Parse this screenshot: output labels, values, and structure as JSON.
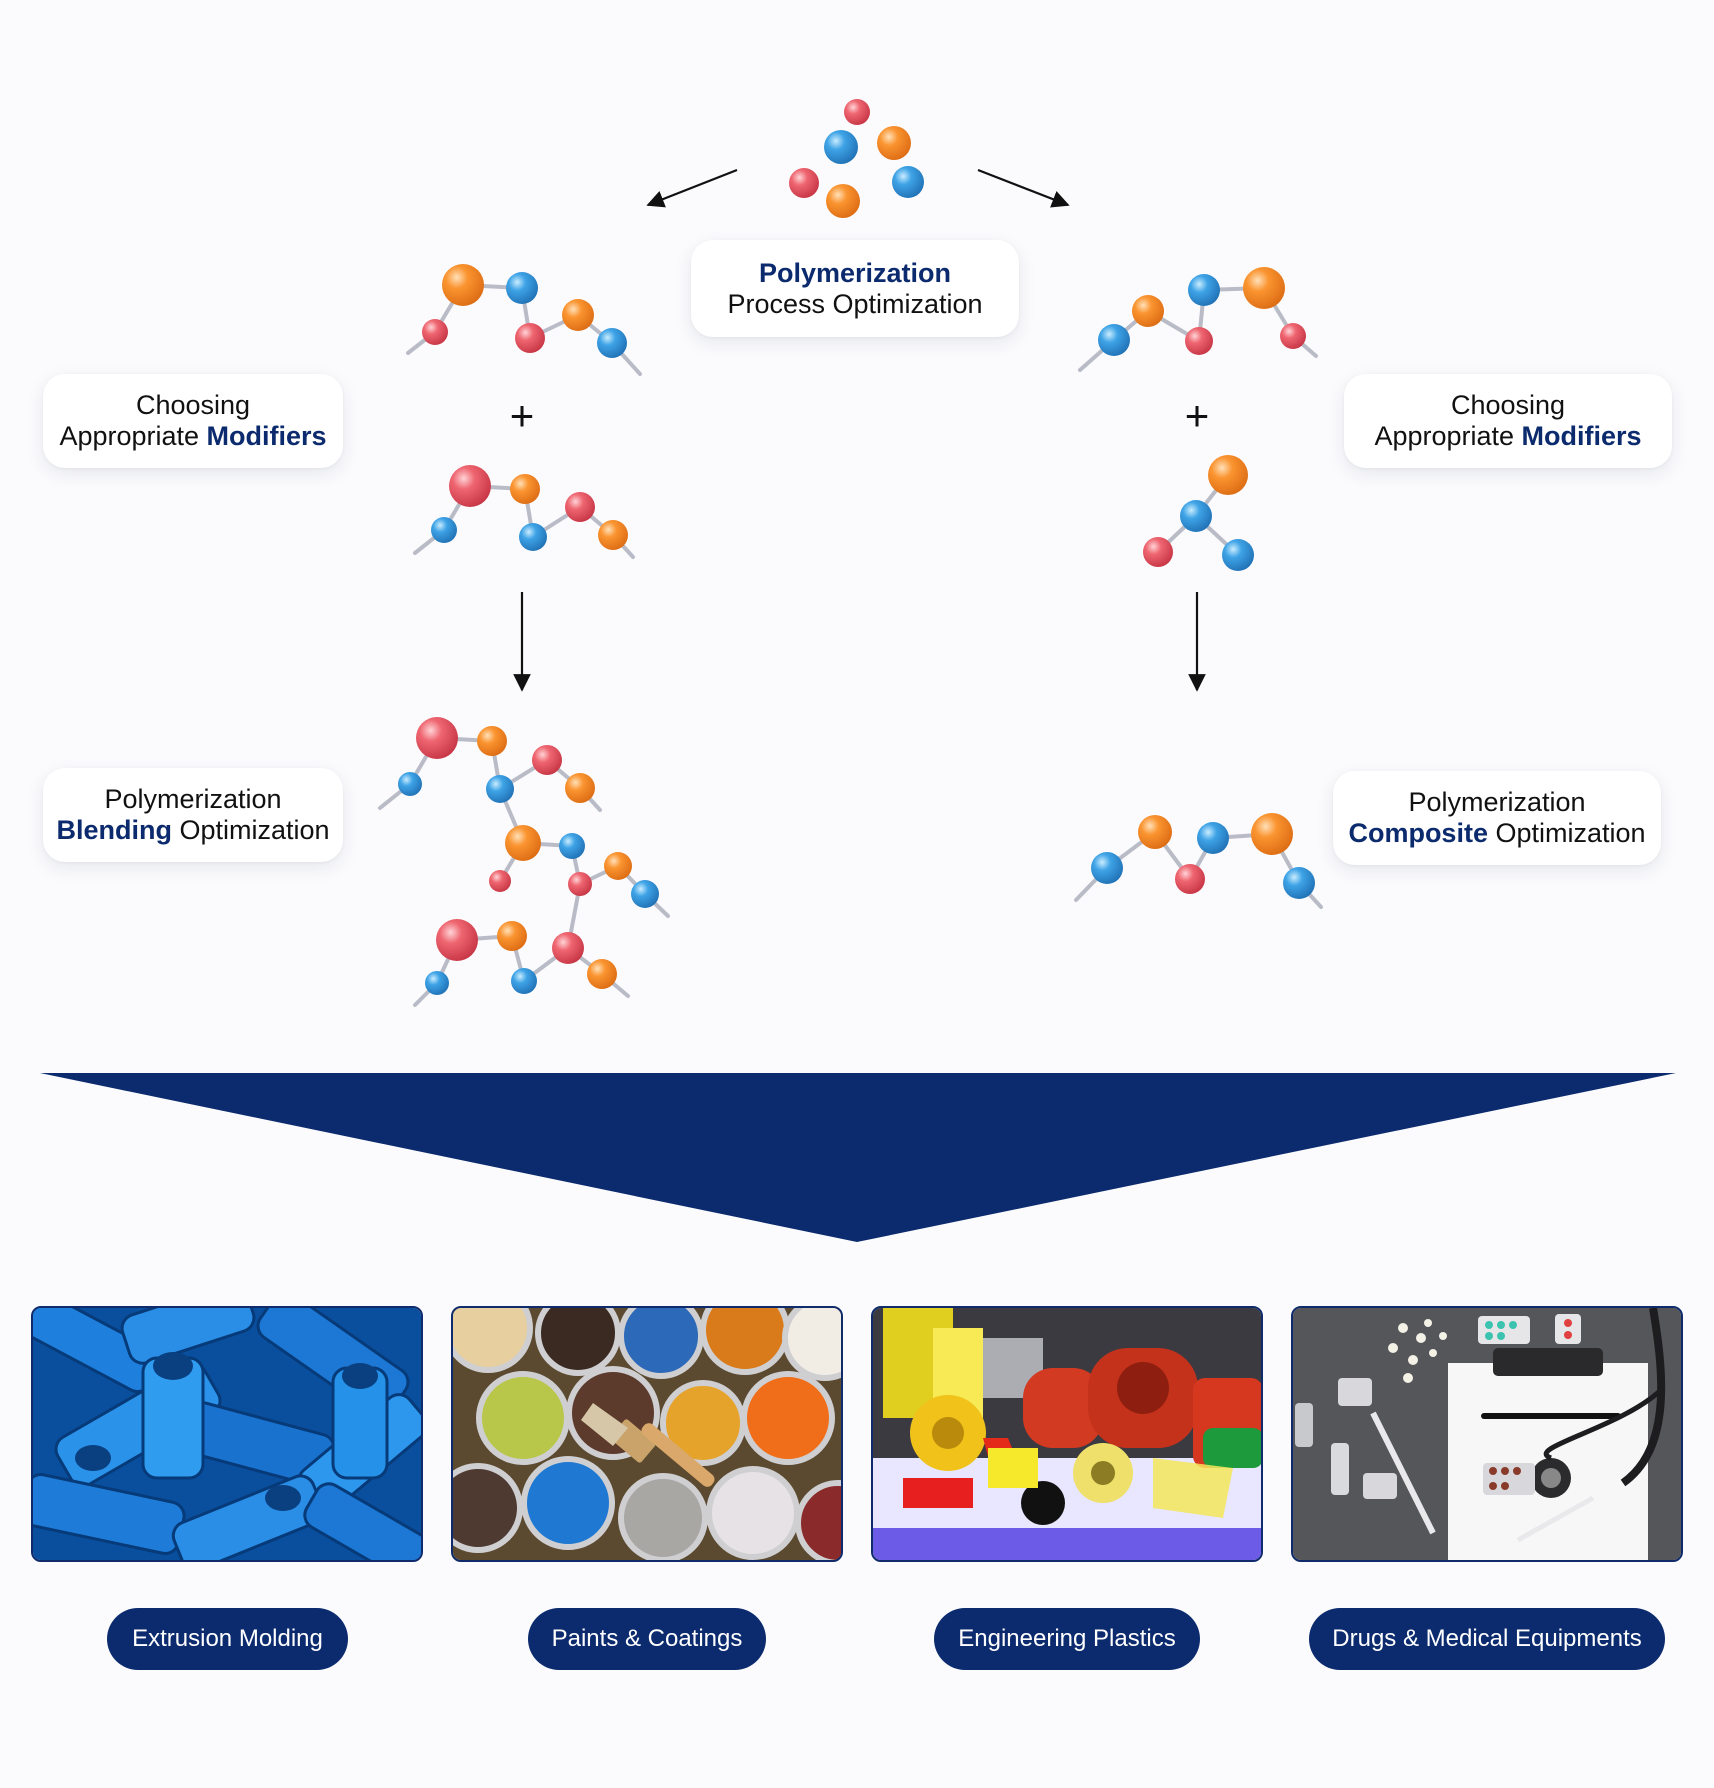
{
  "top_label": {
    "highlight": "Polymerization",
    "rest": "Process Optimization"
  },
  "left_modifiers": {
    "line1": "Choosing",
    "line2_prefix": "Appropriate ",
    "line2_highlight": "Modifiers"
  },
  "right_modifiers": {
    "line1": "Choosing",
    "line2_prefix": "Appropriate ",
    "line2_highlight": "Modifiers"
  },
  "blending": {
    "line1": "Polymerization",
    "line2_highlight": "Blending",
    "line2_suffix": " Optimization"
  },
  "composite": {
    "line1": "Polymerization",
    "line2_highlight": "Composite",
    "line2_suffix": " Optimization"
  },
  "plus_sign": "+",
  "colors": {
    "navy": "#0c2b6e",
    "atom_red": "#e84f5d",
    "atom_blue": "#2e8fd8",
    "atom_orange": "#f5841f",
    "bond": "#b9bcc6"
  },
  "applications": [
    {
      "label": "Extrusion Molding",
      "image": "blue-pvc-fittings"
    },
    {
      "label": "Paints & Coatings",
      "image": "open-paint-cans-brush"
    },
    {
      "label": "Engineering Plastics",
      "image": "colored-plastic-parts"
    },
    {
      "label": "Drugs & Medical Equipments",
      "image": "pills-clipboard-stethoscope"
    }
  ]
}
